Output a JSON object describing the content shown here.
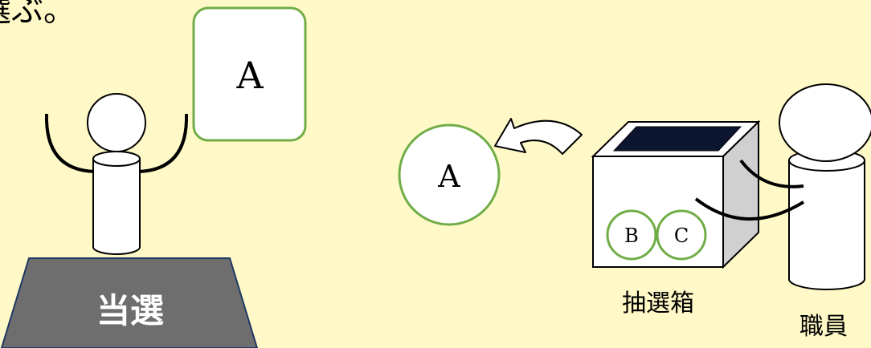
{
  "top_partial_text": "選ぶ。",
  "left_scene": {
    "card_letter": "A",
    "podium_label": "当選"
  },
  "right_scene": {
    "drawn_ball_letter": "A",
    "remaining_balls": [
      "B",
      "C"
    ],
    "box_label": "抽選箱",
    "staff_label": "職員"
  },
  "colors": {
    "background": "#fff9c7",
    "ball_and_card_border": "#70ad47",
    "podium_fill": "#6e6e6e",
    "box_side": "#d0d0d0",
    "box_opening": "#0c1630"
  }
}
